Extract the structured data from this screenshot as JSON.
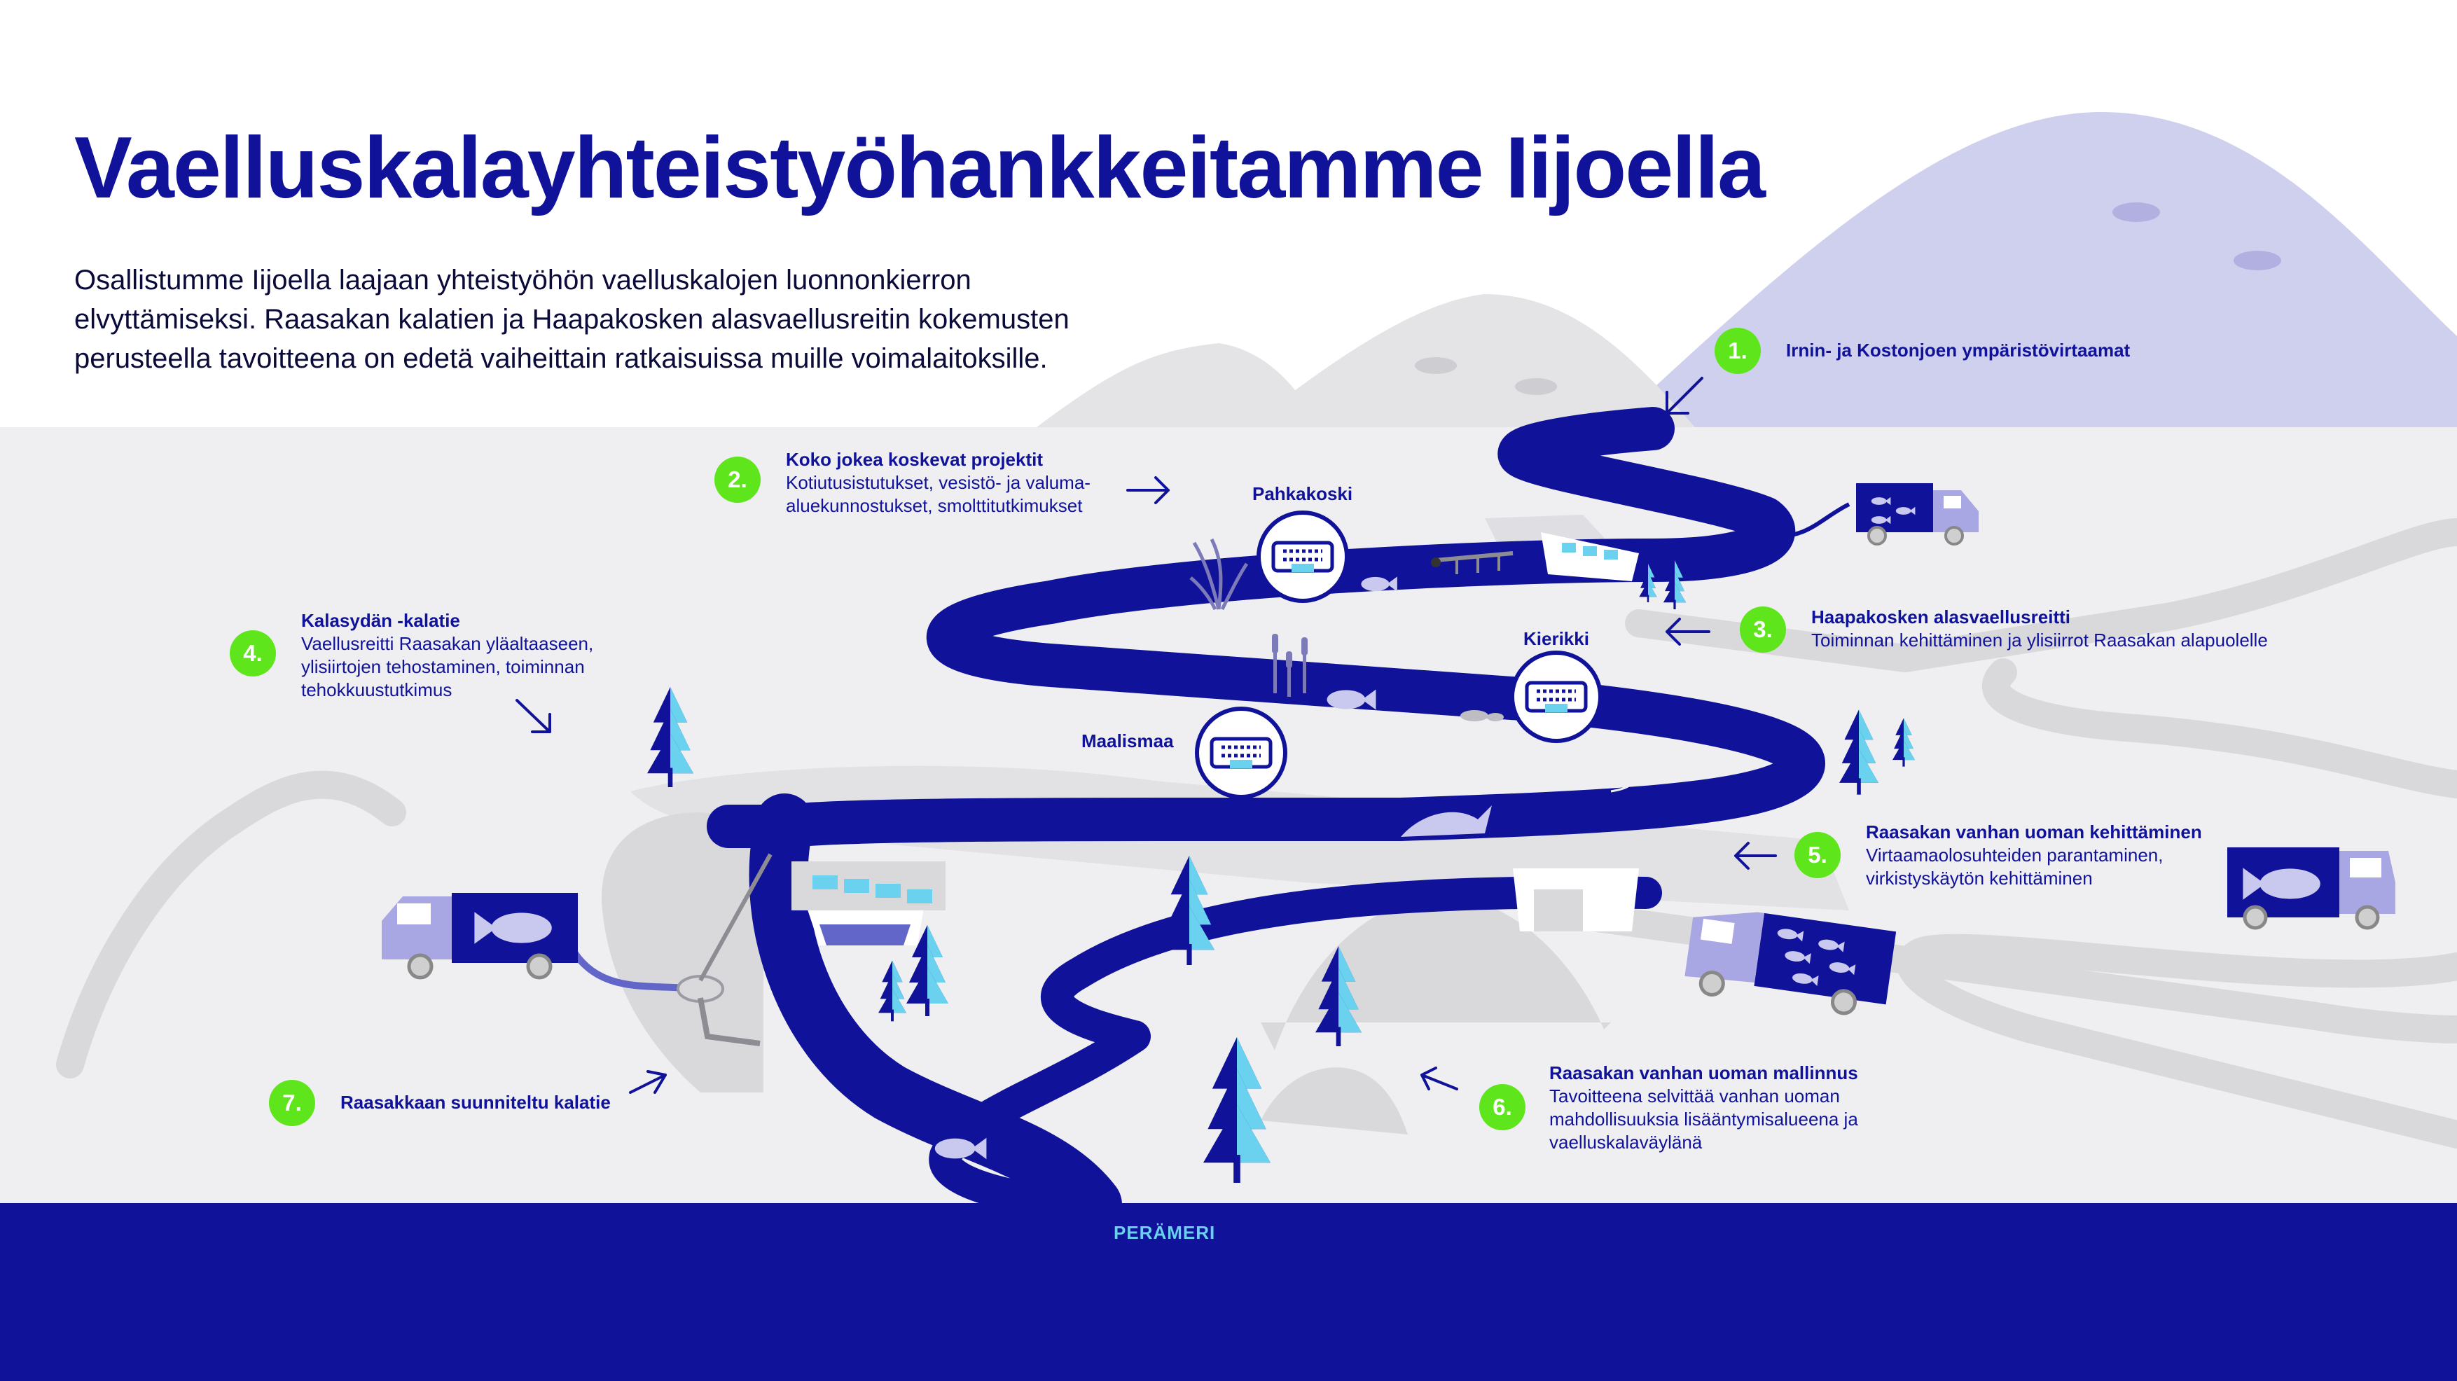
{
  "header": {
    "title": "Vaelluskalayhteistyöhankkeitamme Iijoella",
    "intro": "Osallistumme Iijoella laajaan yhteistyöhön vaelluskalojen luonnonkierron elvyttämiseksi. Raasakan kalatien ja Haapakosken alasvaellusreitin kokemusten perusteella tavoitteena on edetä vaiheittain ratkaisuissa muille voimalaitoksille."
  },
  "colors": {
    "navy": "#10139a",
    "green": "#5ee51c",
    "lavender": "#cfcfee",
    "light_gray": "#efeff1",
    "mid_gray": "#d9d9dc",
    "truck": "#a9a7e3",
    "sea_label": "#6ad2ef"
  },
  "callouts": [
    {
      "number": "1.",
      "title": "Irnin- ja Kostonjoen ympäristövirtaamat",
      "text": ""
    },
    {
      "number": "2.",
      "title": "Koko jokea koskevat projektit",
      "text": "Kotiutusistutukset, vesistö- ja valuma-aluekunnostukset, smolttitutkimukset"
    },
    {
      "number": "3.",
      "title": "Haapakosken alasvaellusreitti",
      "text": "Toiminnan kehittäminen ja ylisiirrot Raasakan alapuolelle"
    },
    {
      "number": "4.",
      "title": "Kalasydän -kalatie",
      "text": "Vaellusreitti Raasakan yläaltaaseen, ylisiirtojen tehostaminen, toiminnan tehokkuustutkimus"
    },
    {
      "number": "5.",
      "title": "Raasakan vanhan uoman kehittäminen",
      "text": "Virtaamaolosuhteiden parantaminen, virkistyskäytön kehittäminen"
    },
    {
      "number": "6.",
      "title": "Raasakan vanhan uoman mallinnus",
      "text": "Tavoitteena selvittää vanhan uoman mahdollisuuksia lisääntymisalueena ja vaelluskalaväylänä"
    },
    {
      "number": "7.",
      "title": "Raasakkaan suunniteltu kalatie",
      "text": ""
    }
  ],
  "places": {
    "pahkakoski": "Pahkakoski",
    "kierikki": "Kierikki",
    "maalismaa": "Maalismaa",
    "sea": "PERÄMERI"
  },
  "icons": [
    "arrow-icon",
    "power-plant-icon",
    "fish-truck-icon",
    "fish-icon",
    "tree-icon",
    "reed-icon",
    "mountain-icon"
  ]
}
